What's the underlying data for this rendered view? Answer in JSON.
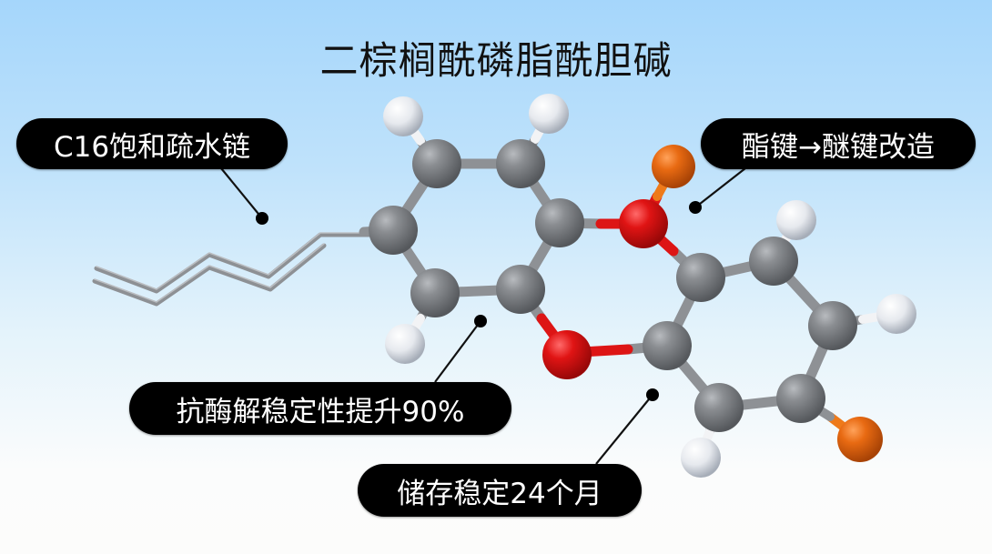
{
  "title": "二棕榈酰磷脂酰胆碱",
  "callouts": [
    {
      "id": "hydrophobic-chain",
      "label": "C16饱和疏水链"
    },
    {
      "id": "ester-to-ether",
      "label": "酯键→醚键改造"
    },
    {
      "id": "enzyme-stability",
      "label": "抗酶解稳定性提升90%"
    },
    {
      "id": "storage-stability",
      "label": "储存稳定24个月"
    }
  ],
  "molecule": {
    "atom_colors": {
      "carbon": "#7c7f83",
      "hydrogen": "#eef0f3",
      "oxygen": "#e01414",
      "bromine": "#e86a12"
    }
  },
  "background": {
    "top": "#a5d6fb",
    "bottom": "#fcfcfb"
  }
}
